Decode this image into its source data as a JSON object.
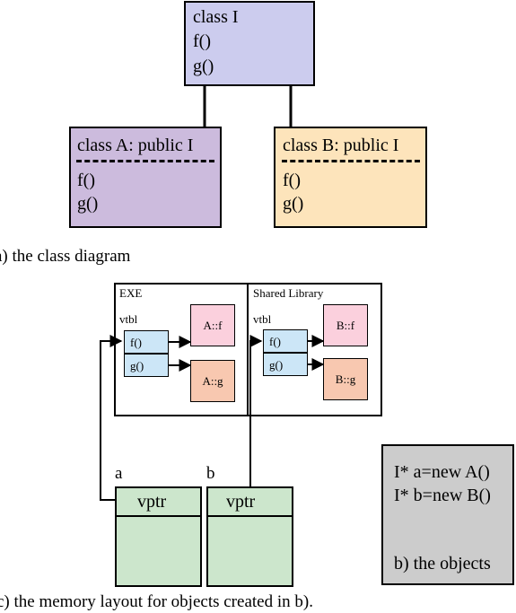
{
  "class_diagram": {
    "base": {
      "title": "class I",
      "methods": [
        "f()",
        "g()"
      ],
      "color": "#ccccee"
    },
    "class_a": {
      "title": "class A: public I",
      "methods": [
        "f()",
        "g()"
      ],
      "color": "#ccbbdd"
    },
    "class_b": {
      "title": "class B: public I",
      "methods": [
        "f()",
        "g()"
      ],
      "color": "#fde4bb"
    },
    "caption": "a) the class diagram"
  },
  "memory_layout": {
    "exe": {
      "label": "EXE",
      "vtbl_label": "vtbl",
      "slots": [
        "f()",
        "g()"
      ],
      "targets": [
        "A::f",
        "A::g"
      ]
    },
    "shared_library": {
      "label": "Shared Library",
      "vtbl_label": "vtbl",
      "slots": [
        "f()",
        "g()"
      ],
      "targets": [
        "B::f",
        "B::g"
      ]
    },
    "objects": [
      {
        "label": "a",
        "field": "vptr"
      },
      {
        "label": "b",
        "field": "vptr"
      }
    ],
    "caption": "c) the memory layout for objects created in b).",
    "colors": {
      "slot": "#cce6f7",
      "f_target": "#fbd0dd",
      "g_target": "#f8c8b0",
      "object": "#cce6cc"
    }
  },
  "objects_panel": {
    "lines": [
      "I* a=new A()",
      "I* b=new B()"
    ],
    "caption": "b) the objects",
    "color": "#cccccc"
  }
}
